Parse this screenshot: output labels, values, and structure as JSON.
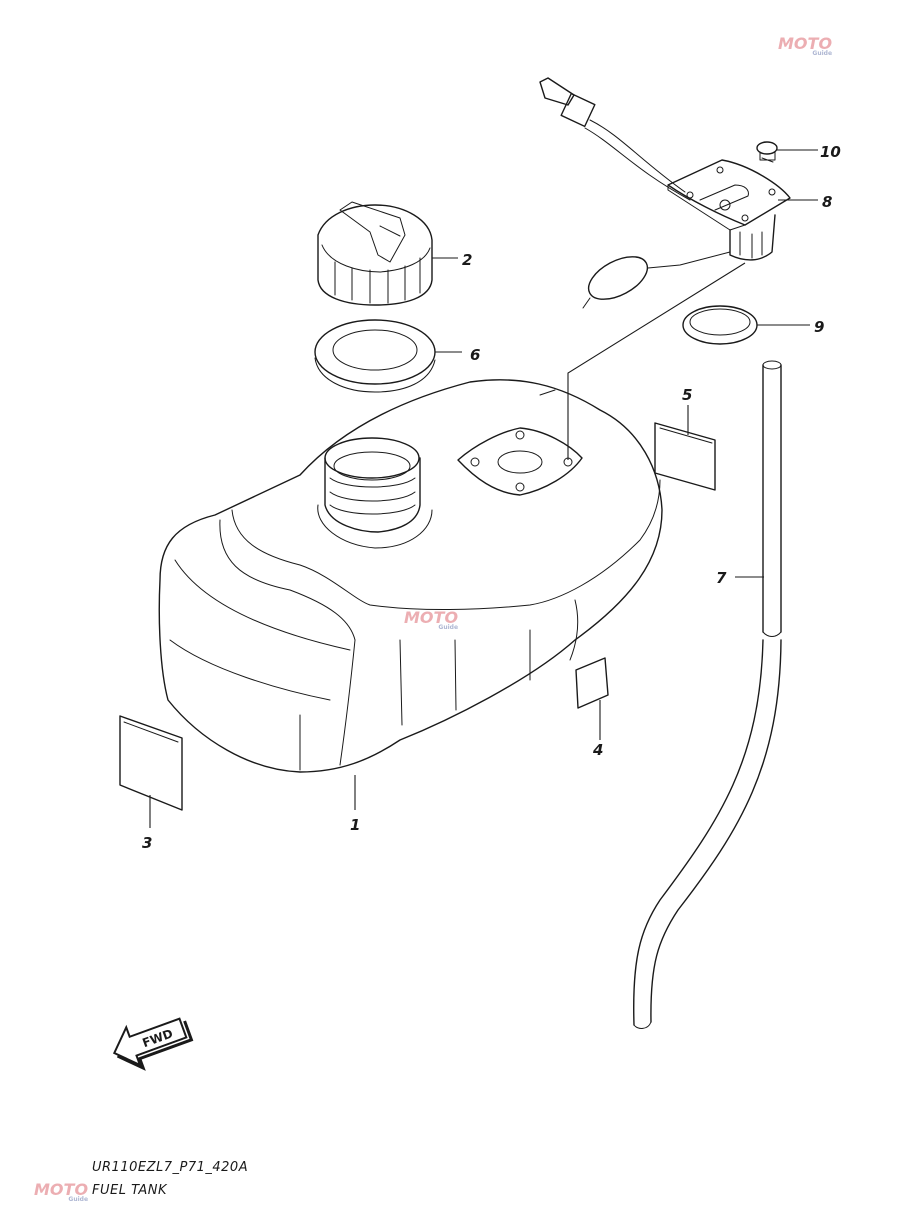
{
  "diagram": {
    "callouts": [
      {
        "id": "1",
        "label": "1"
      },
      {
        "id": "2",
        "label": "2"
      },
      {
        "id": "3",
        "label": "3"
      },
      {
        "id": "4",
        "label": "4"
      },
      {
        "id": "5",
        "label": "5"
      },
      {
        "id": "6",
        "label": "6"
      },
      {
        "id": "7",
        "label": "7"
      },
      {
        "id": "8",
        "label": "8"
      },
      {
        "id": "9",
        "label": "9"
      },
      {
        "id": "10",
        "label": "10"
      }
    ],
    "fwd_label": "FWD"
  },
  "footer": {
    "code": "UR110EZL7_P71_420A",
    "title": "FUEL TANK"
  },
  "watermark": {
    "text": "MOTO",
    "subtext": "Guide"
  },
  "colors": {
    "line": "#1a1a1a",
    "watermark": "#e89aa0"
  }
}
